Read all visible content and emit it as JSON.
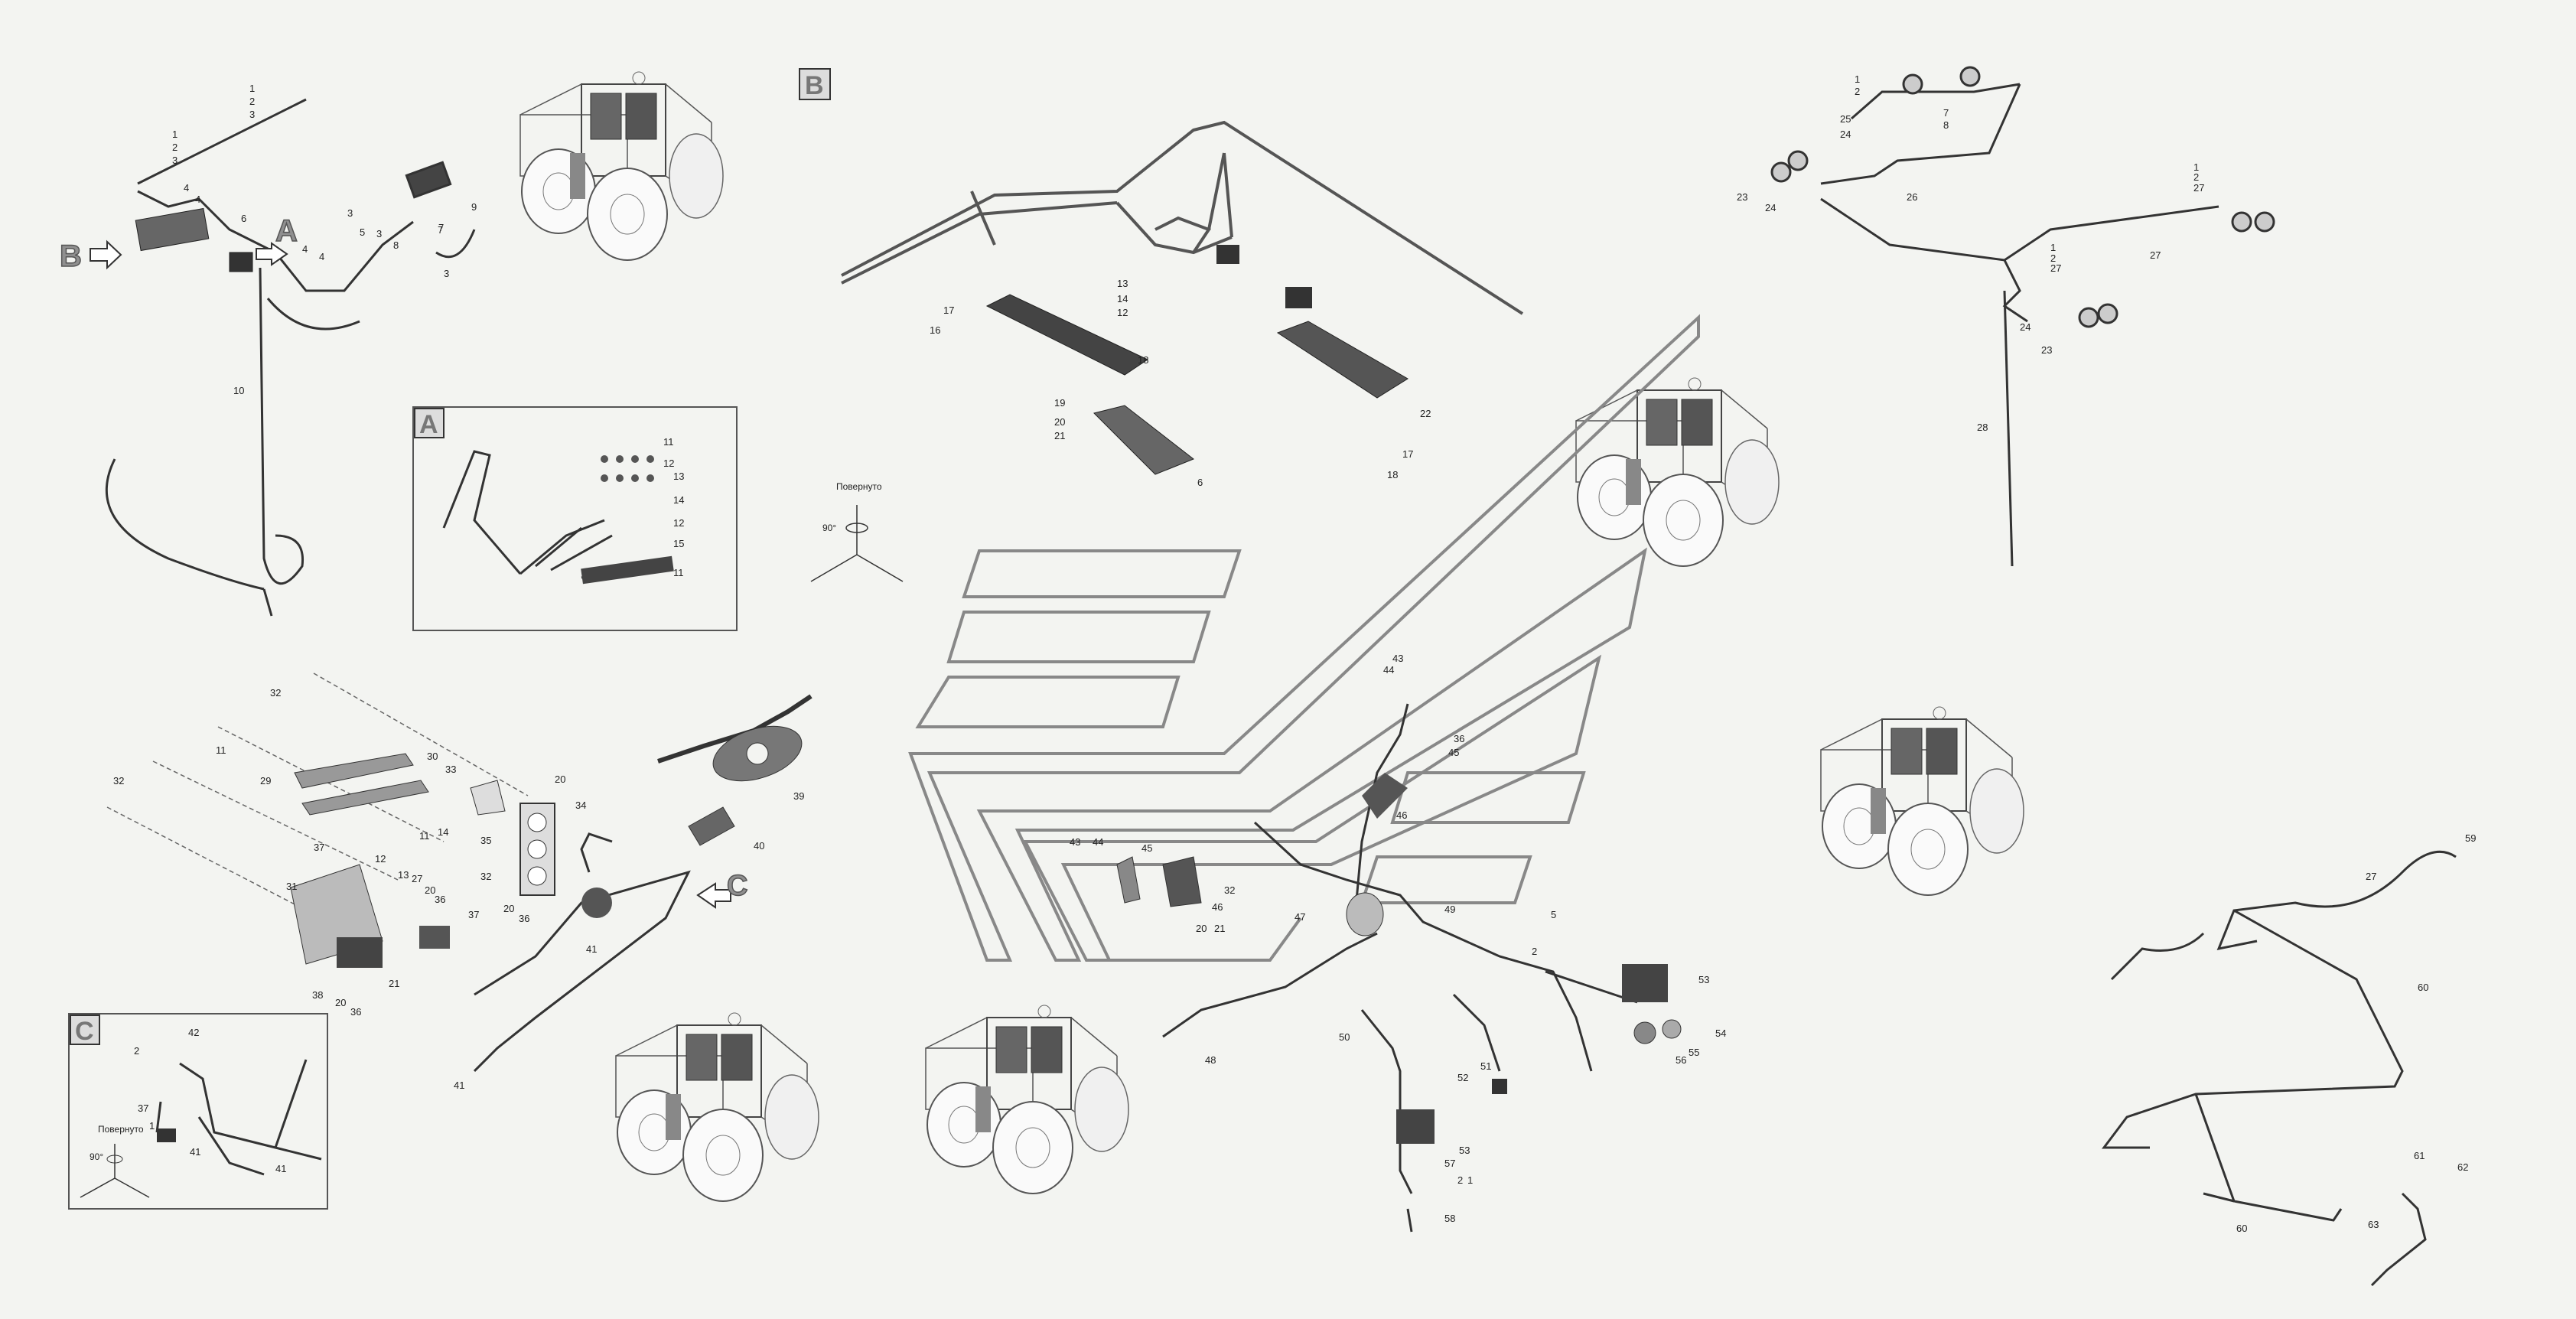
{
  "views": {
    "A": {
      "letter": "A"
    },
    "B": {
      "letter": "B"
    },
    "C": {
      "letter": "C"
    }
  },
  "callouts": {
    "arrow_a": "A",
    "arrow_b": "B",
    "arrow_c": "C"
  },
  "rotation_note": {
    "label": "Повернуто",
    "angle": "90°"
  },
  "rotation_note_c": {
    "label": "Повернуто",
    "angle": "90°"
  },
  "parts": {
    "tl": [
      "1",
      "2",
      "3",
      "1",
      "2",
      "3",
      "4",
      "4",
      "6",
      "7",
      "3",
      "9",
      "3",
      "5",
      "7",
      "8",
      "4",
      "4",
      "3",
      "10"
    ],
    "a": [
      "11",
      "12",
      "13",
      "14",
      "12",
      "15",
      "11"
    ],
    "b": [
      "17",
      "16",
      "13",
      "14",
      "12",
      "18",
      "19",
      "20",
      "21",
      "6",
      "22",
      "17",
      "18"
    ],
    "tr": [
      "1",
      "2",
      "25",
      "24",
      "7",
      "8",
      "23",
      "24",
      "26",
      "1",
      "2",
      "27",
      "1",
      "2",
      "27",
      "27",
      "24",
      "23",
      "28"
    ],
    "left": [
      "32",
      "11",
      "29",
      "30",
      "33",
      "20",
      "32",
      "37",
      "14",
      "11",
      "12",
      "13",
      "27",
      "20",
      "36",
      "32",
      "34",
      "35",
      "37",
      "20",
      "36",
      "31",
      "38",
      "20",
      "21",
      "36",
      "39",
      "40",
      "41",
      "41"
    ],
    "c": [
      "42",
      "2",
      "37",
      "1",
      "41",
      "41"
    ],
    "center": [
      "43",
      "44",
      "36",
      "45",
      "46",
      "43",
      "44",
      "45",
      "32",
      "46",
      "20",
      "21",
      "47",
      "49",
      "5",
      "2",
      "53",
      "54",
      "55",
      "56",
      "48",
      "50",
      "51",
      "52",
      "53",
      "57",
      "2",
      "1",
      "58"
    ],
    "right": [
      "27",
      "59",
      "60",
      "60",
      "61",
      "62",
      "63"
    ]
  }
}
